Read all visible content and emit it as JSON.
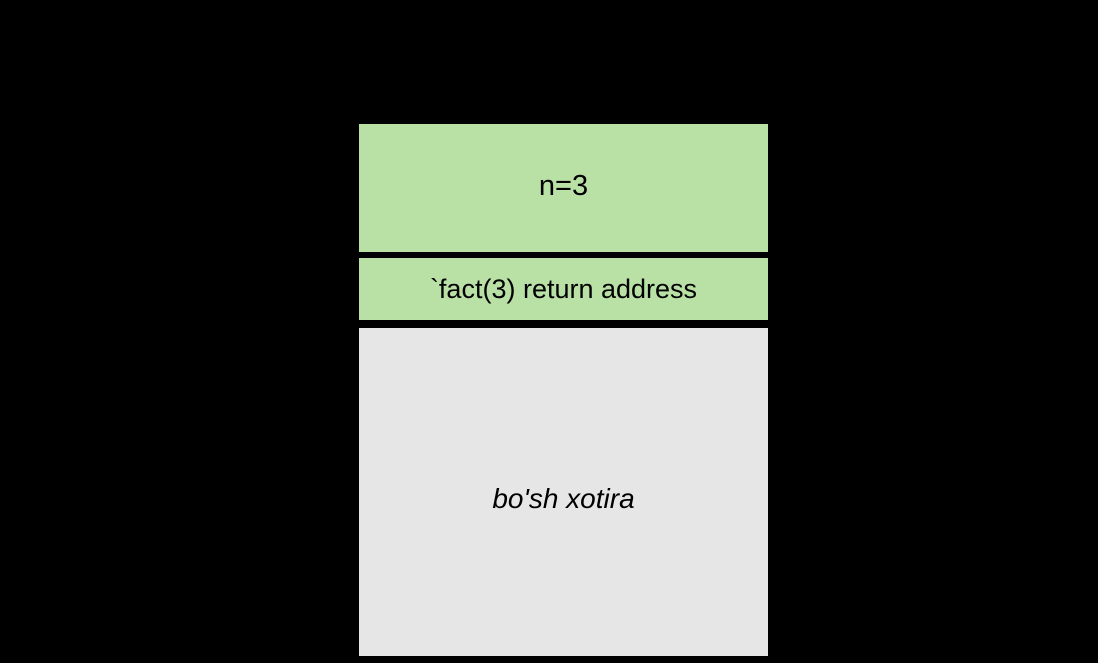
{
  "diagram": {
    "title": "call-stack-frame",
    "background_color": "#000000",
    "frame_border_color": "#000000",
    "rows": [
      {
        "id": "argument-slot",
        "label": "n=3",
        "fill_color": "#b9e0a5",
        "text_style": "normal"
      },
      {
        "id": "return-address-slot",
        "label": "`fact(3) return address",
        "fill_color": "#b9e0a5",
        "text_style": "normal"
      },
      {
        "id": "free-memory-region",
        "label": "bo'sh xotira",
        "fill_color": "#e6e6e6",
        "text_style": "italic"
      }
    ]
  }
}
